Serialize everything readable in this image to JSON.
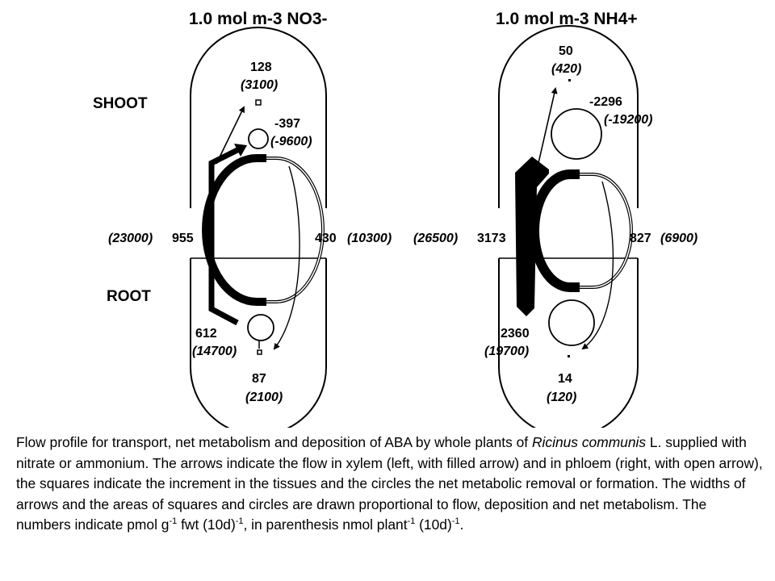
{
  "diagram": {
    "nitrate_panel": {
      "heading": "1.0 mol m-3 NO3-",
      "shoot_increment": "128",
      "shoot_increment_plant": "(3100)",
      "shoot_metabolism": "-397",
      "shoot_metabolism_plant": "(-9600)",
      "xylem_flow_plant": "(23000)",
      "xylem_flow": "955",
      "phloem_flow": "430",
      "phloem_flow_plant": "(10300)",
      "root_metabolism": "612",
      "root_metabolism_plant": "(14700)",
      "root_increment": "87",
      "root_increment_plant": "(2100)"
    },
    "ammonium_panel": {
      "heading": "1.0 mol m-3 NH4+",
      "shoot_increment": "50",
      "shoot_increment_plant": "(420)",
      "shoot_metabolism": "-2296",
      "shoot_metabolism_plant": "(-19200)",
      "xylem_flow_plant": "(26500)",
      "xylem_flow": "3173",
      "phloem_flow": "827",
      "phloem_flow_plant": "(6900)",
      "root_metabolism": "2360",
      "root_metabolism_plant": "(19700)",
      "root_increment": "14",
      "root_increment_plant": "(120)"
    },
    "labels": {
      "shoot": "SHOOT",
      "root": "ROOT"
    }
  },
  "caption": {
    "p1": "Flow profile for transport, net metabolism and deposition of ABA by whole plants of ",
    "species": "Ricinus communis",
    "p2": " L. supplied with nitrate or ammonium. The arrows indicate the flow in xylem (left, with filled arrow) and in phloem (right, with open arrow), the squares indicate the increment in the tissues and the circles the net metabolic removal or formation. The widths of arrows and the areas of squares and circles are drawn proportional to flow, deposition and net metabolism. The numbers indicate pmol g",
    "sup1": "-1",
    "p3": " fwt (10d)",
    "sup2": "-1",
    "p4": ", in parenthesis nmol plant",
    "sup3": "-1",
    "p5": " (10d)",
    "sup4": "-1",
    "p6": "."
  }
}
